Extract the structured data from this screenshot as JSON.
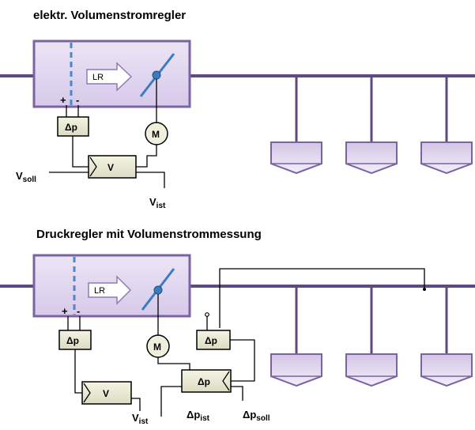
{
  "section1": {
    "title": "elektr. Volumenstromregler",
    "lr_label": "LR",
    "plus": "+",
    "minus": "-",
    "dp_label": "Δp",
    "motor_label": "M",
    "controller_label": "V",
    "v_soll_main": "V",
    "v_soll_sub": "soll",
    "v_ist_main": "V",
    "v_ist_sub": "ist"
  },
  "section2": {
    "title": "Druckregler mit Volumenstrommessung",
    "lr_label": "LR",
    "plus": "+",
    "minus": "-",
    "dp_label": "Δp",
    "motor_label": "M",
    "controller_label": "V",
    "dp_sensor_label": "Δp",
    "dp_controller_label": "Δp",
    "v_ist_main": "V",
    "v_ist_sub": "ist",
    "dp_ist_main": "Δp",
    "dp_ist_sub": "ist",
    "dp_soll_main": "Δp",
    "dp_soll_sub": "soll"
  },
  "colors": {
    "duct": "#5e4a80",
    "box_fill": "#e2d8ef",
    "box_stroke": "#7b63a0",
    "damper": "#3a7cc0",
    "sensor_line": "#4f86c6",
    "component_fill": "#eeeed8",
    "terminal_fill": "#d8cde8"
  }
}
